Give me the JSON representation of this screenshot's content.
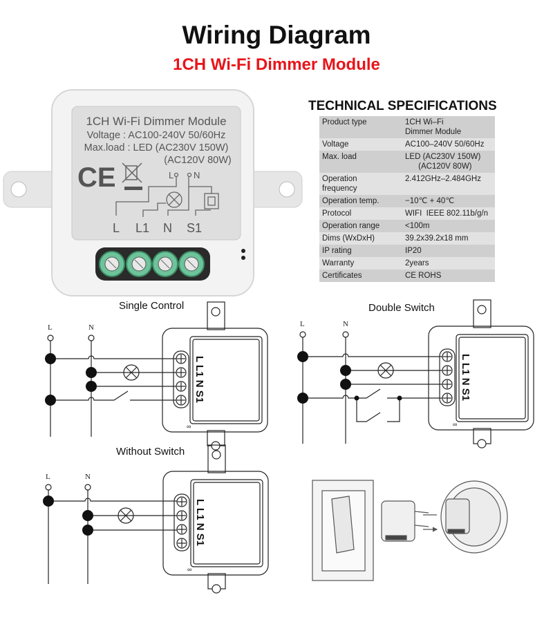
{
  "header": {
    "title": "Wiring Diagram",
    "subtitle": "1CH Wi-Fi Dimmer Module",
    "subtitle_color": "#e8141a"
  },
  "device_label": {
    "line1": "1CH Wi-Fi Dimmer Module",
    "line2": "Voltage : AC100-240V 50/60Hz",
    "line3": "Max.load : LED (AC230V 150W)",
    "line4": "(AC120V 80W)",
    "ce_mark": "CE",
    "circuit_L": "L",
    "circuit_N": "N",
    "terminals": [
      "L",
      "L1",
      "N",
      "S1"
    ],
    "terminal_color": "#6dc39a"
  },
  "specs": {
    "title": "TECHNICAL SPECIFICATIONS",
    "rows": [
      {
        "key": "Product type",
        "value": "1CH Wi–Fi\nDimmer Module"
      },
      {
        "key": "Voltage",
        "value": "AC100–240V 50/60Hz"
      },
      {
        "key": "Max. load",
        "value": "LED (AC230V 150W)\n      (AC120V 80W)"
      },
      {
        "key": "Operation\nfrequency",
        "value": "2.412GHz–2.484GHz"
      },
      {
        "key": "Operation temp.",
        "value": "−10℃ + 40℃"
      },
      {
        "key": "Protocol",
        "value": "WIFI  IEEE 802.11b/g/n"
      },
      {
        "key": "Operation range",
        "value": "<100m"
      },
      {
        "key": "Dims (WxDxH)",
        "value": "39.2x39.2x18 mm"
      },
      {
        "key": "IP rating",
        "value": "IP20"
      },
      {
        "key": "Warranty",
        "value": "2years"
      },
      {
        "key": "Certificates",
        "value": "CE ROHS"
      }
    ]
  },
  "diagrams": [
    {
      "title": "Single Control",
      "bus_L": "L",
      "bus_N": "N",
      "module_terminals": "L L1 N S1"
    },
    {
      "title": "Double Switch",
      "bus_L": "L",
      "bus_N": "N",
      "module_terminals": "L L1 N S1"
    },
    {
      "title": "Without Switch",
      "bus_L": "L",
      "bus_N": "N",
      "module_terminals": "L L1 N S1"
    }
  ]
}
